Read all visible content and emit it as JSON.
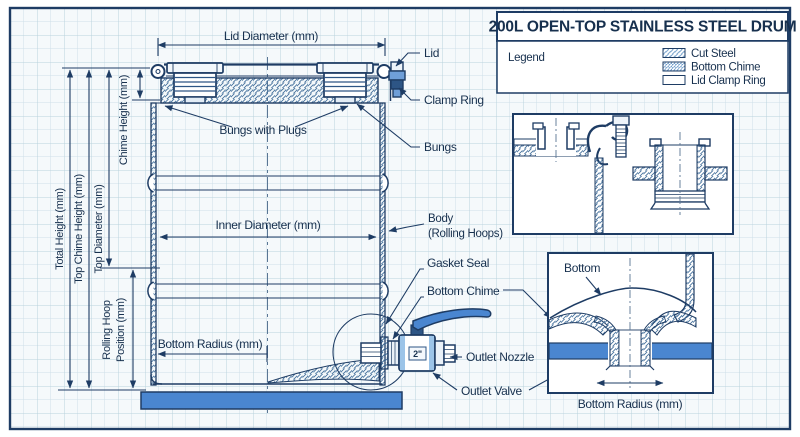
{
  "header": {
    "title": "200L OPEN-TOP STAINLESS STEEL DRUM"
  },
  "legend": {
    "label": "Legend",
    "items": [
      {
        "label": "Cut Steel",
        "swatch": "hatch-light"
      },
      {
        "label": "Bottom Chime",
        "swatch": "hatch-dense"
      },
      {
        "label": "Lid Clamp Ring",
        "swatch": "plain"
      }
    ]
  },
  "dimensions": {
    "lid_diameter": "Lid Diameter (mm)",
    "chime_height": "Chime Height (mm)",
    "total_height": "Total Height (mm)",
    "top_chime_height": "Top Chime Height (mm)",
    "top_diameter": "Top Diameter (mm)",
    "rolling_hoop_line1": "Rolling Hoop",
    "rolling_hoop_line2": "Position (mm)",
    "inner_diameter": "Inner Diameter (mm)",
    "bottom_radius": "Bottom Radius (mm)"
  },
  "callouts": {
    "lid": "Lid",
    "clamp_ring": "Clamp Ring",
    "bungs": "Bungs",
    "bungs_with_plugs": "Bungs with Plugs",
    "body_line1": "Body",
    "body_line2": "(Rolling Hoops)",
    "gasket_seal": "Gasket Seal",
    "bottom_chime": "Bottom Chime",
    "outlet_nozzle": "Outlet Nozzle",
    "outlet_valve": "Outlet Valve",
    "valve_size": "2\""
  },
  "detail_bottom": {
    "label": "Bottom",
    "radius_label": "Bottom Radius (mm)"
  },
  "colors": {
    "ink": "#1e3c64",
    "accent": "#4a86d0",
    "steel_dark": "#2d5585",
    "steel_mid": "#6f9fd8",
    "grid": "#cfdfe8",
    "paper": "#f5f9fb",
    "panel": "#ffffff",
    "hatch": "#46719c"
  }
}
